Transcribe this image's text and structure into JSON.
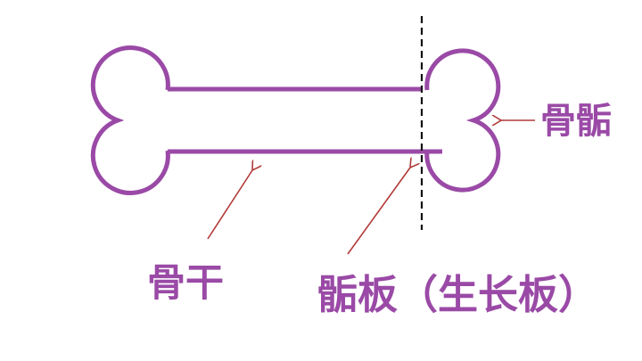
{
  "colors": {
    "bone": "#9a4aa6",
    "arrow": "#b23a3a",
    "label": "#9a4aa6",
    "dash": "#111111"
  },
  "labels": {
    "epiphysis": "骨骺",
    "diaphysis": "骨干",
    "growth_plate": "骺板（生长板）"
  }
}
